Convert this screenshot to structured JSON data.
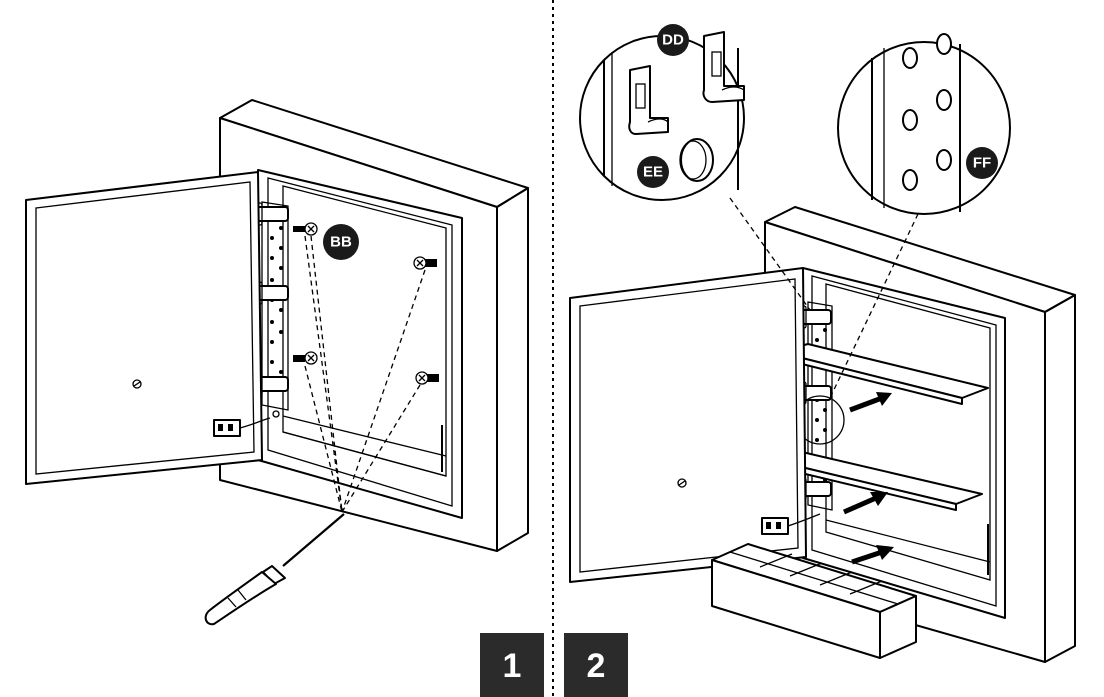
{
  "labels": {
    "bb": "BB",
    "dd": "DD",
    "ee": "EE",
    "ff": "FF"
  },
  "steps": {
    "step1": "1",
    "step2": "2"
  },
  "colors": {
    "ink": "#000000",
    "badge": "#1a1a1a",
    "step_box": "#2b2b2b",
    "paper": "#ffffff"
  },
  "icons": {
    "tool": "screwdriver-icon",
    "fastener": "screw-icon",
    "direction": "arrow-icon"
  }
}
